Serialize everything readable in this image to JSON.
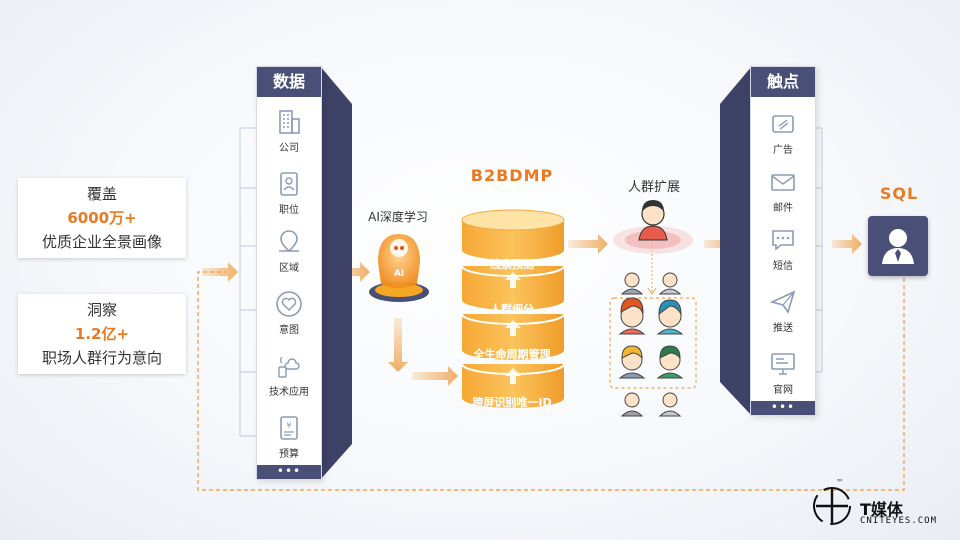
{
  "left_boxes": [
    {
      "line1": "覆盖",
      "highlight": "6000万+",
      "line3": "优质企业全景画像"
    },
    {
      "line1": "洞察",
      "highlight": "1.2亿+",
      "line3": "职场人群行为意向"
    }
  ],
  "data_panel": {
    "title": "数据",
    "items": [
      "公司",
      "职位",
      "区域",
      "意图",
      "技术应用",
      "预算"
    ],
    "more": "•••"
  },
  "ai": {
    "label": "AI深度学习",
    "badge": "AI"
  },
  "b2bdmp": {
    "title": "B2BDMP",
    "layers": [
      "线索预测",
      "人群细分",
      "全生命周期管理",
      "跨屏识别唯一ID"
    ]
  },
  "audience": {
    "label": "人群扩展"
  },
  "touch_panel": {
    "title": "触点",
    "items": [
      "广告",
      "邮件",
      "短信",
      "推送",
      "官网"
    ],
    "more": "•••"
  },
  "sql": {
    "label": "SQL"
  },
  "logo": {
    "brand": "T媒体",
    "site": "CNITEYES.COM",
    "tm": "™"
  },
  "colors": {
    "orange": "#ea7a21",
    "panel": "#4a4f77",
    "accent": "#f5a623"
  }
}
